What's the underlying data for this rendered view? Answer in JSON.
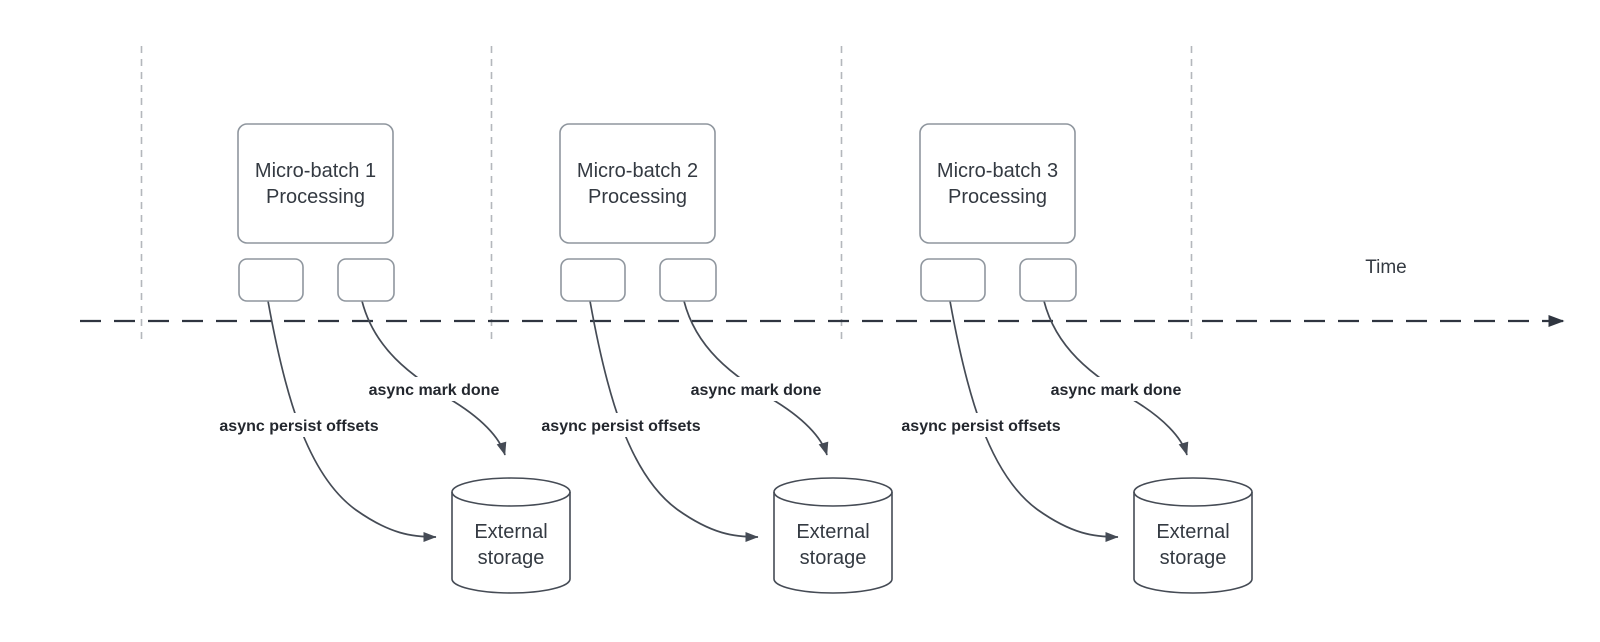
{
  "timeline": {
    "label": "Time"
  },
  "groups": [
    {
      "box_line1": "Micro-batch 1",
      "box_line2": "Processing",
      "persist_label": "async persist offsets",
      "mark_done_label": "async mark done",
      "storage_line1": "External",
      "storage_line2": "storage"
    },
    {
      "box_line1": "Micro-batch 2",
      "box_line2": "Processing",
      "persist_label": "async persist offsets",
      "mark_done_label": "async mark done",
      "storage_line1": "External",
      "storage_line2": "storage"
    },
    {
      "box_line1": "Micro-batch 3",
      "box_line2": "Processing",
      "persist_label": "async persist offsets",
      "mark_done_label": "async mark done",
      "storage_line1": "External",
      "storage_line2": "storage"
    }
  ],
  "colors": {
    "canvas": "#ffffff",
    "box-stroke": "#8f969e",
    "node-text": "#343a42",
    "connector": "#454b55",
    "timeline": "#2f3540",
    "guide": "#b4b7bc",
    "label-text": "#23272e"
  }
}
